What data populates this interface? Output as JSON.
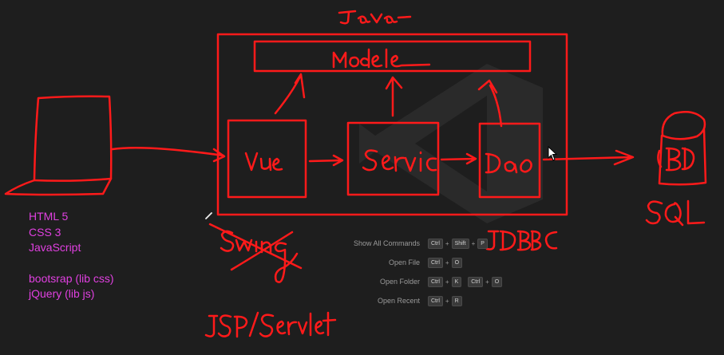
{
  "welcome": {
    "shortcuts": [
      {
        "label": "Show All Commands",
        "keys": [
          [
            "Ctrl",
            "Shift",
            "P"
          ]
        ]
      },
      {
        "label": "Open File",
        "keys": [
          [
            "Ctrl",
            "O"
          ]
        ]
      },
      {
        "label": "Open Folder",
        "keys": [
          [
            "Ctrl",
            "K"
          ],
          [
            "Ctrl",
            "O"
          ]
        ]
      },
      {
        "label": "Open Recent",
        "keys": [
          [
            "Ctrl",
            "R"
          ]
        ]
      }
    ]
  },
  "notes": {
    "tech_list": {
      "html": "HTML 5",
      "css": "CSS 3",
      "js": "JavaScript",
      "bootstrap": "bootsrap (lib css)",
      "jquery": "jQuery (lib js)"
    }
  },
  "colors": {
    "background": "#1e1e1e",
    "ink": "#ff1a1a",
    "tech_text": "#e040e0",
    "watermark": "#2a2a2a"
  },
  "icons": {
    "watermark": "vscode-logo-icon",
    "cursor": "mouse-pointer-icon"
  }
}
